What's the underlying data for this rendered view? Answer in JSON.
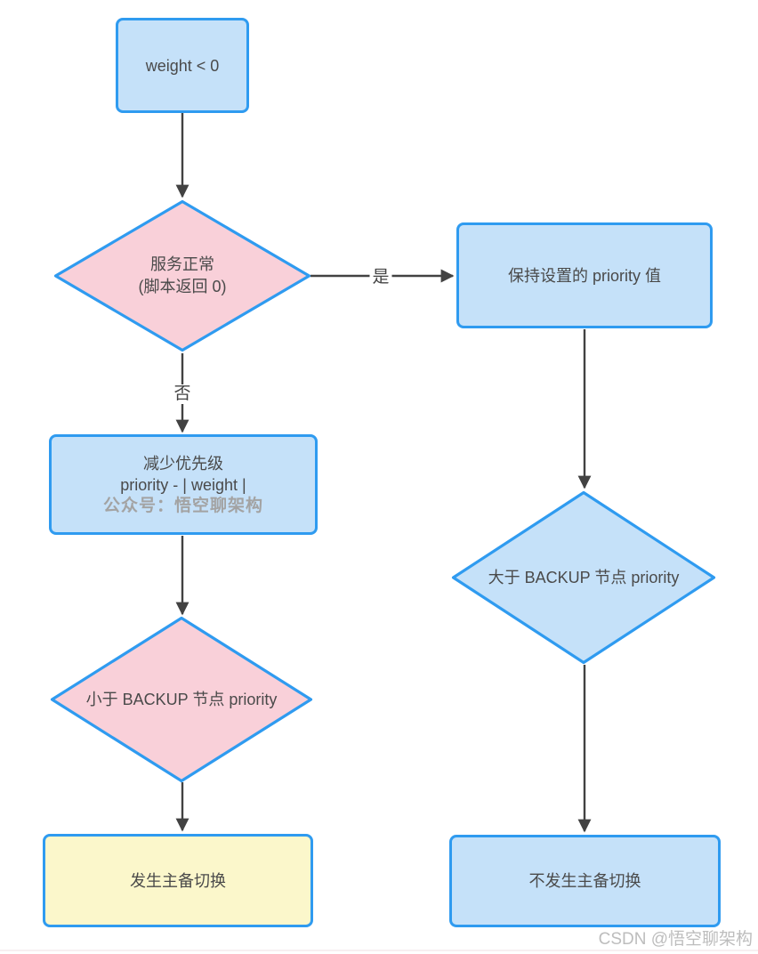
{
  "colors": {
    "node_border": "#2f9bf0",
    "blue_fill": "#c5e1f9",
    "pink_fill": "#f9d0d9",
    "yellow_fill": "#fbf7cb",
    "arrow": "#424242",
    "text": "#4a4a4a",
    "inner_watermark_gray": "#a3a3a3",
    "csdn_watermark_gray": "#bdbdbd"
  },
  "nodes": {
    "weight_check": {
      "label": "weight < 0"
    },
    "service_ok": {
      "line1": "服务正常",
      "line2": "(脚本返回 0)"
    },
    "keep_priority": {
      "label": "保持设置的 priority 值"
    },
    "reduce_priority": {
      "line1": "减少优先级",
      "line2": "priority - | weight |",
      "watermark": "公众号：悟空聊架构"
    },
    "less_than_backup": {
      "label": "小于 BACKUP 节点 priority"
    },
    "greater_than_backup": {
      "label": "大于 BACKUP 节点 priority"
    },
    "failover": {
      "label": "发生主备切换"
    },
    "no_failover": {
      "label": "不发生主备切换"
    }
  },
  "edge_labels": {
    "yes": "是",
    "no": "否"
  },
  "footer_watermark": "CSDN @悟空聊架构"
}
